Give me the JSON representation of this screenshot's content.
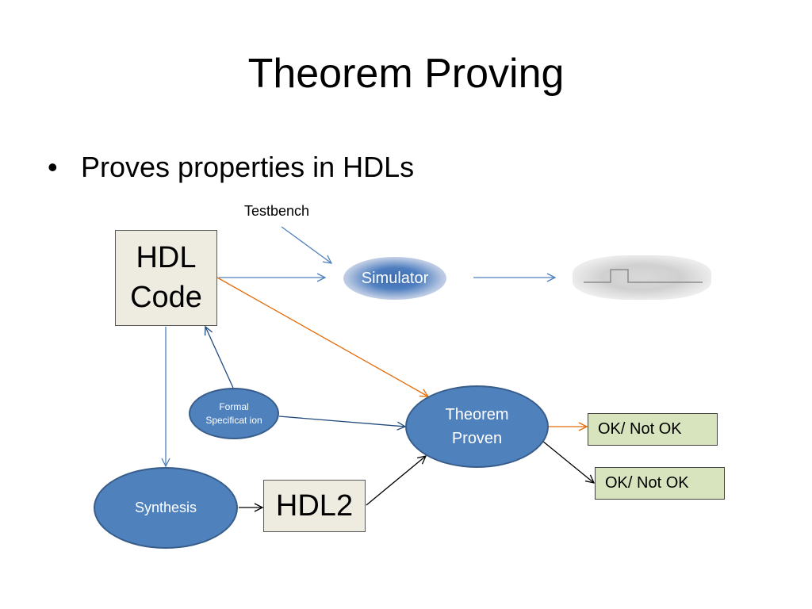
{
  "slide": {
    "title": "Theorem Proving",
    "bullet": "Proves properties in HDLs"
  },
  "diagram": {
    "testbench_label": "Testbench",
    "hdl_code_line1": "HDL",
    "hdl_code_line2": "Code",
    "simulator_label": "Simulator",
    "formal_spec_label": "Formal Specificat ion",
    "theorem_proven_label": "Theorem Proven",
    "synthesis_label": "Synthesis",
    "hdl2_label": "HDL2",
    "result_1_label": "OK/ Not OK",
    "result_2_label": "OK/ Not OK"
  },
  "colors": {
    "node_fill": "#4f81bd",
    "node_border": "#385d8a",
    "box_fill": "#eeece1",
    "result_fill": "#d7e4bd",
    "arrow_blue": "#4f81bd",
    "arrow_dark_blue": "#1f497d",
    "arrow_orange": "#e46c0a",
    "arrow_black": "#000000"
  }
}
